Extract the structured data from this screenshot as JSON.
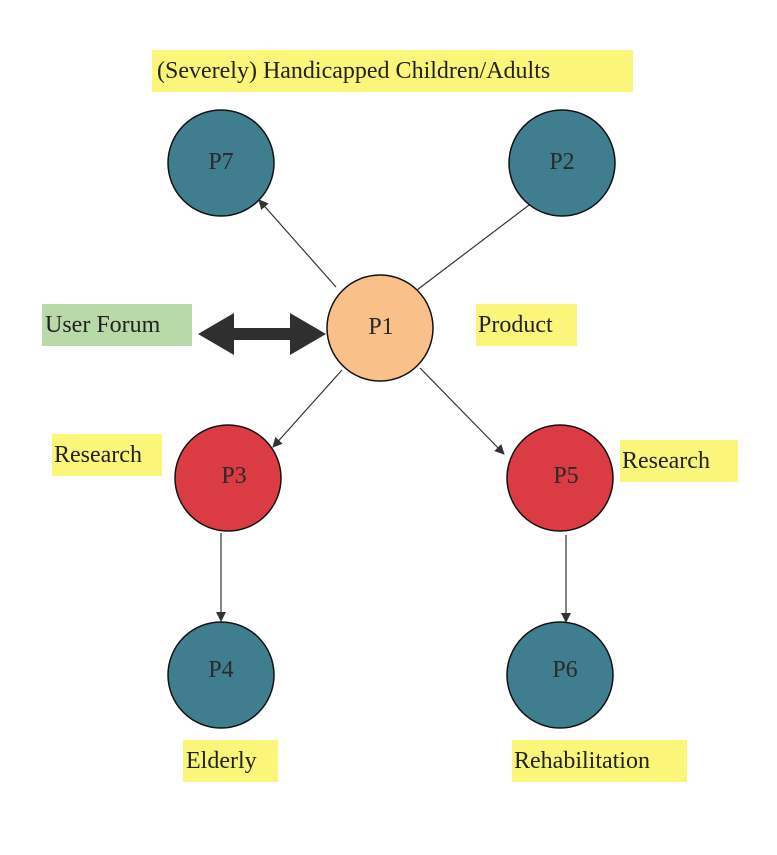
{
  "colors": {
    "teal_node": "#3e7e8f",
    "orange_node": "#f9c08a",
    "red_node": "#db3b43",
    "highlight_yellow": "#fbf67a",
    "highlight_green": "#b8d9a8",
    "arrow": "#333333"
  },
  "nodes": {
    "p1": {
      "label": "P1"
    },
    "p2": {
      "label": "P2"
    },
    "p3": {
      "label": "P3"
    },
    "p4": {
      "label": "P4"
    },
    "p5": {
      "label": "P5"
    },
    "p6": {
      "label": "P6"
    },
    "p7": {
      "label": "P7"
    }
  },
  "tags": {
    "top_group": "(Severely) Handicapped Children/Adults",
    "user_forum": "User Forum",
    "product": "Product",
    "research_left": "Research",
    "research_right": "Research",
    "elderly": "Elderly",
    "rehabilitation": "Rehabilitation"
  }
}
